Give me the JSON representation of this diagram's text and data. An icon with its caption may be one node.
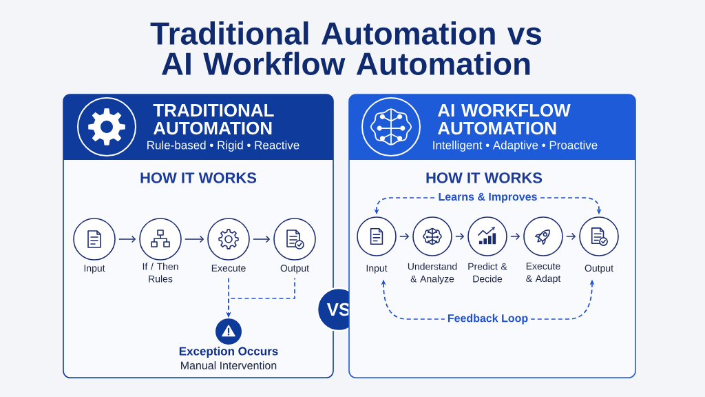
{
  "diagram": {
    "title": "Traditional Automation vs AI Workflow Automation",
    "nodes": [
      {
        "text": [
          "TRADITIONAL AUTOMATION",
          "Rule-based • Rigid • Reactive",
          "HOW IT WORKS"
        ]
      },
      {
        "text": [
          "Input"
        ],
        "in": 0
      },
      {
        "text": [
          "If / Then Rules"
        ],
        "in": 0
      },
      {
        "text": [
          "Execute"
        ],
        "in": 0
      },
      {
        "text": [
          "Output"
        ],
        "in": 0
      },
      {
        "text": [
          "Exception Occurs",
          "Manual Intervention"
        ],
        "in": 0
      },
      {
        "text": [
          "VS"
        ]
      },
      {
        "text": [
          "AI WORKFLOW AUTOMATION",
          "Intelligent • Adaptive • Proactive",
          "HOW IT WORKS"
        ]
      },
      {
        "text": [
          "Input"
        ],
        "in": 7
      },
      {
        "text": [
          "Understand & Analyze"
        ],
        "in": 7
      },
      {
        "text": [
          "Predict & Decide"
        ],
        "in": 7
      },
      {
        "text": [
          "Execute & Adapt"
        ],
        "in": 7
      },
      {
        "text": [
          "Output"
        ],
        "in": 7
      }
    ],
    "edges": [
      {
        "from": 1,
        "to": 2,
        "arrow": "to"
      },
      {
        "from": 2,
        "to": 3,
        "arrow": "to"
      },
      {
        "from": 3,
        "to": 4,
        "arrow": "to"
      },
      {
        "from": 3,
        "to": 5,
        "arrow": "to",
        "style": "dashed",
        "color": "#1f4fd1"
      },
      {
        "from": 4,
        "to": 5,
        "arrow": "to",
        "style": "dashed",
        "color": "#1f4fd1"
      },
      {
        "from": 8,
        "to": 9,
        "arrow": "to"
      },
      {
        "from": 9,
        "to": 10,
        "arrow": "to"
      },
      {
        "from": 10,
        "to": 11,
        "arrow": "to"
      },
      {
        "from": 11,
        "to": 12,
        "arrow": "to"
      },
      {
        "from": 8,
        "to": 12,
        "arrow": "both",
        "label": "Learns & Improves",
        "style": "dashed",
        "color": "#1f4fd1"
      },
      {
        "from": 12,
        "to": 8,
        "arrow": "both",
        "label": "Feedback Loop",
        "style": "dashed",
        "color": "#1f4fd1"
      }
    ]
  }
}
